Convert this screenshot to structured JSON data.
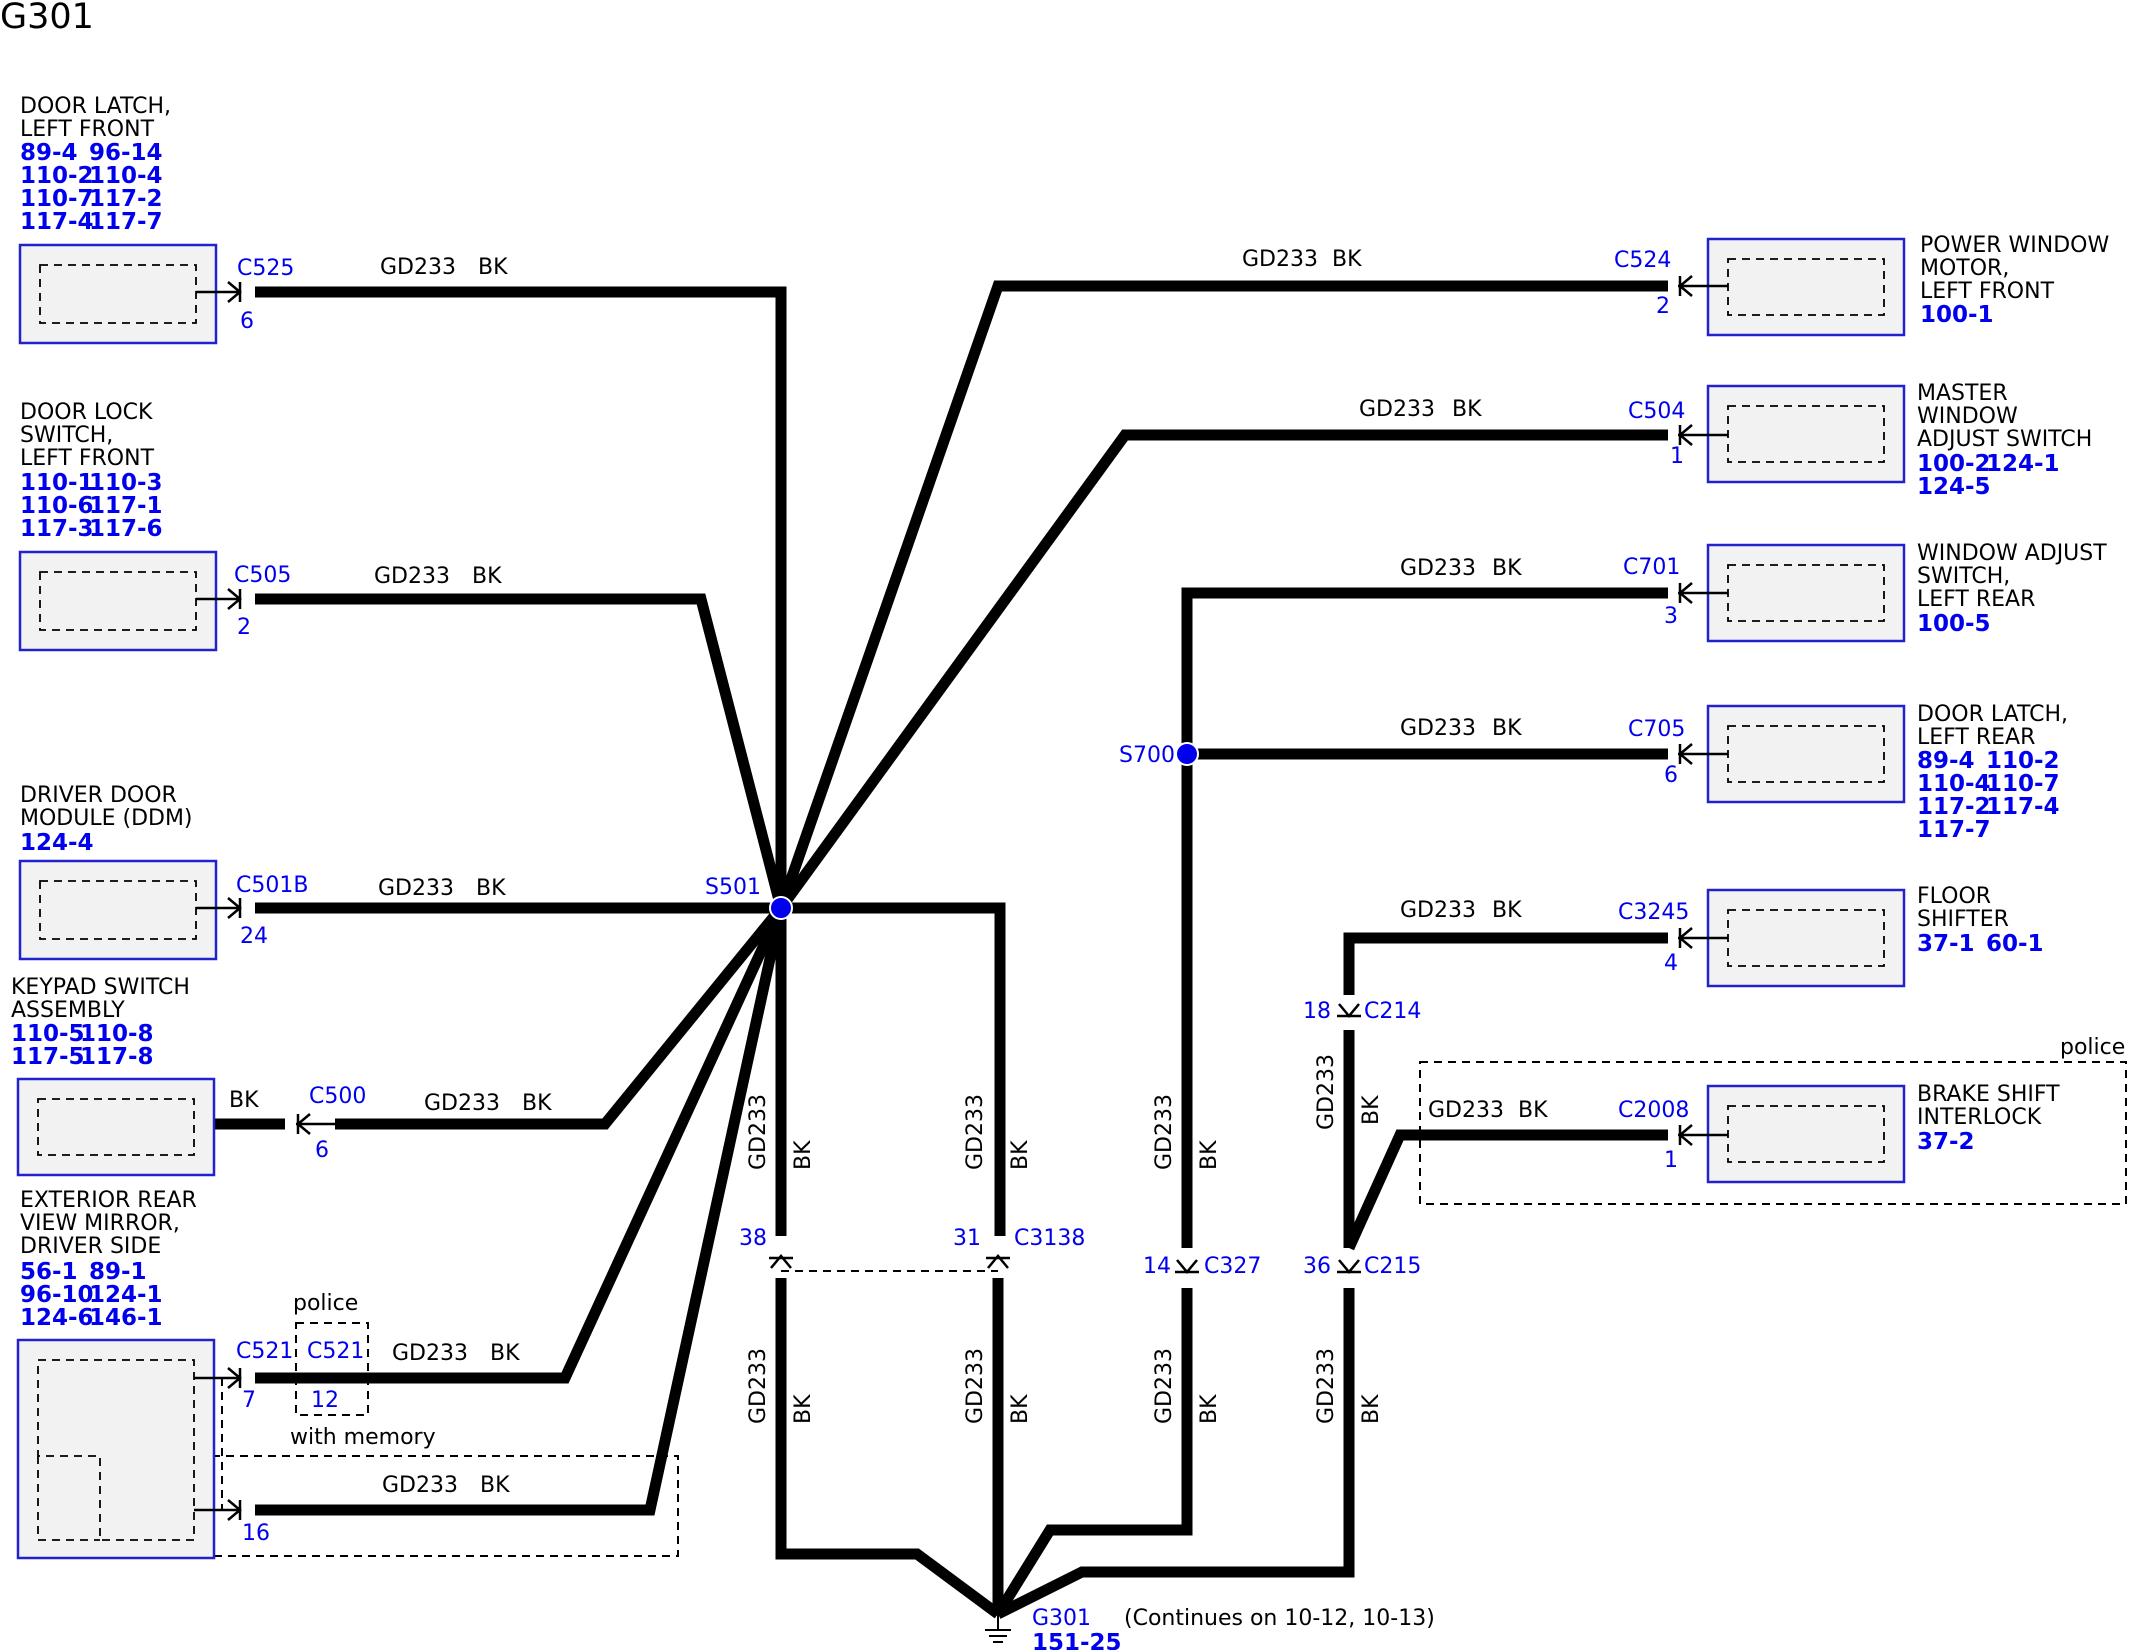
{
  "title": "G301",
  "wire": {
    "circuit": "GD233",
    "color": "BK"
  },
  "left_components": {
    "door_latch_lf": {
      "name": [
        "DOOR LATCH,",
        "LEFT FRONT"
      ],
      "refs": [
        "89-4",
        "96-14",
        "110-2",
        "110-4",
        "110-7",
        "117-2",
        "117-4",
        "117-7"
      ],
      "connector": "C525",
      "pin": "6"
    },
    "door_lock_lf": {
      "name": [
        "DOOR LOCK",
        "SWITCH,",
        "LEFT FRONT"
      ],
      "refs": [
        "110-1",
        "110-3",
        "110-6",
        "117-1",
        "117-3",
        "117-6"
      ],
      "connector": "C505",
      "pin": "2"
    },
    "ddm": {
      "name": [
        "DRIVER DOOR",
        "MODULE (DDM)"
      ],
      "refs": [
        "124-4"
      ],
      "connector": "C501B",
      "pin": "24"
    },
    "keypad": {
      "name": [
        "KEYPAD SWITCH",
        "ASSEMBLY"
      ],
      "refs": [
        "110-5",
        "110-8",
        "117-5",
        "117-8"
      ],
      "connector": "C500",
      "pin": "6",
      "stub_color": "BK"
    },
    "mirror": {
      "name": [
        "EXTERIOR REAR",
        "VIEW MIRROR,",
        "DRIVER SIDE"
      ],
      "refs": [
        "56-1",
        "89-1",
        "96-10",
        "124-1",
        "124-6",
        "146-1"
      ],
      "connector": "C521",
      "pin": "7",
      "inline_connector": "C521",
      "inline_pin": "12",
      "pin2": "16",
      "police_label": "police",
      "memory_label": "with memory"
    }
  },
  "right_components": {
    "pw_motor_lf": {
      "name": [
        "POWER WINDOW",
        "MOTOR,",
        "LEFT FRONT"
      ],
      "refs": [
        "100-1"
      ],
      "connector": "C524",
      "pin": "2"
    },
    "master_switch": {
      "name": [
        "MASTER",
        "WINDOW",
        "ADJUST SWITCH"
      ],
      "refs": [
        "100-2",
        "124-1",
        "124-5"
      ],
      "connector": "C504",
      "pin": "1"
    },
    "window_switch_lr": {
      "name": [
        "WINDOW ADJUST",
        "SWITCH,",
        "LEFT REAR"
      ],
      "refs": [
        "100-5"
      ],
      "connector": "C701",
      "pin": "3"
    },
    "door_latch_lr": {
      "name": [
        "DOOR LATCH,",
        "LEFT REAR"
      ],
      "refs": [
        "89-4",
        "110-2",
        "110-4",
        "110-7",
        "117-2",
        "117-4",
        "117-7"
      ],
      "connector": "C705",
      "pin": "6"
    },
    "floor_shifter": {
      "name": [
        "FLOOR",
        "SHIFTER"
      ],
      "refs": [
        "37-1",
        "60-1"
      ],
      "connector": "C3245",
      "pin": "4"
    },
    "brake_shift": {
      "name": [
        "BRAKE SHIFT",
        "INTERLOCK"
      ],
      "refs": [
        "37-2"
      ],
      "connector": "C2008",
      "pin": "1",
      "police_label": "police"
    }
  },
  "splices": {
    "s501": "S501",
    "s700": "S700"
  },
  "inline_connectors": {
    "c3138": {
      "connector": "C3138",
      "pin_a": "38",
      "pin_b": "31"
    },
    "c327": {
      "connector": "C327",
      "pin": "14"
    },
    "c214": {
      "connector": "C214",
      "pin": "18"
    },
    "c215": {
      "connector": "C215",
      "pin": "36"
    }
  },
  "ground": {
    "label": "G301",
    "ref": "151-25",
    "note": "(Continues on 10-12, 10-13)"
  }
}
